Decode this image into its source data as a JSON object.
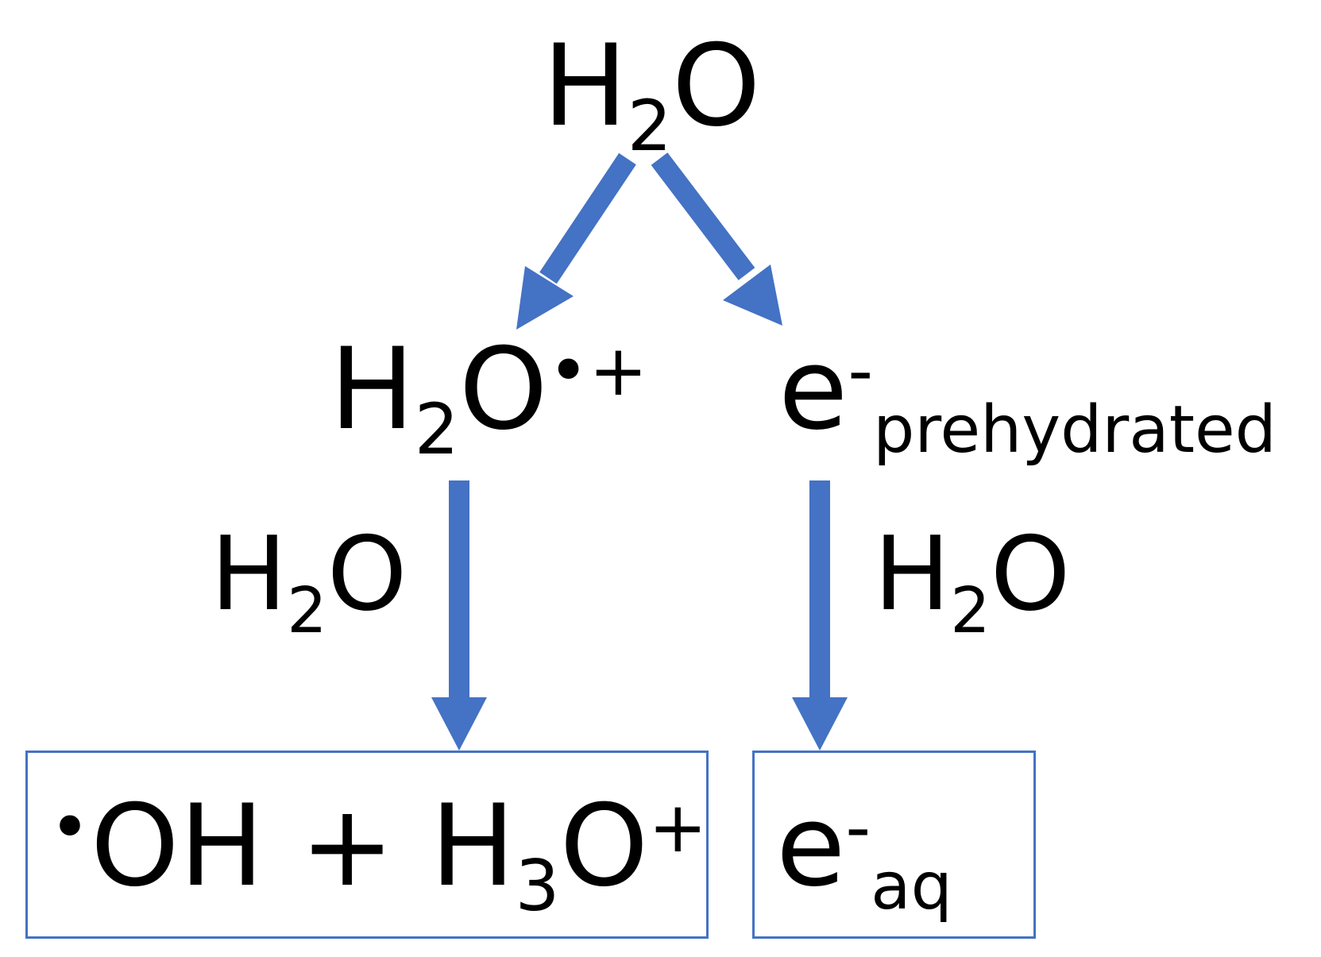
{
  "colors": {
    "arrow": "#4472c4",
    "box_border": "#4472c4",
    "text": "#000000"
  },
  "reactant": {
    "base": "H",
    "sub": "2",
    "tail": "O"
  },
  "intermediates": {
    "cation": {
      "base": "H",
      "sub": "2",
      "tail": "O",
      "sup": "•+"
    },
    "electron": {
      "base": "e",
      "sup": "-",
      "sub": "prehydrated"
    }
  },
  "conditions": {
    "left": {
      "base": "H",
      "sub": "2",
      "tail": "O"
    },
    "right": {
      "base": "H",
      "sub": "2",
      "tail": "O"
    }
  },
  "products": {
    "left": {
      "radical_dot": "•",
      "radical_species": "OH",
      "plus": "+",
      "ion_base": "H",
      "ion_sub": "3",
      "ion_tail": "O",
      "ion_sup": "+"
    },
    "right": {
      "base": "e",
      "sup": "-",
      "sub": "aq"
    }
  }
}
